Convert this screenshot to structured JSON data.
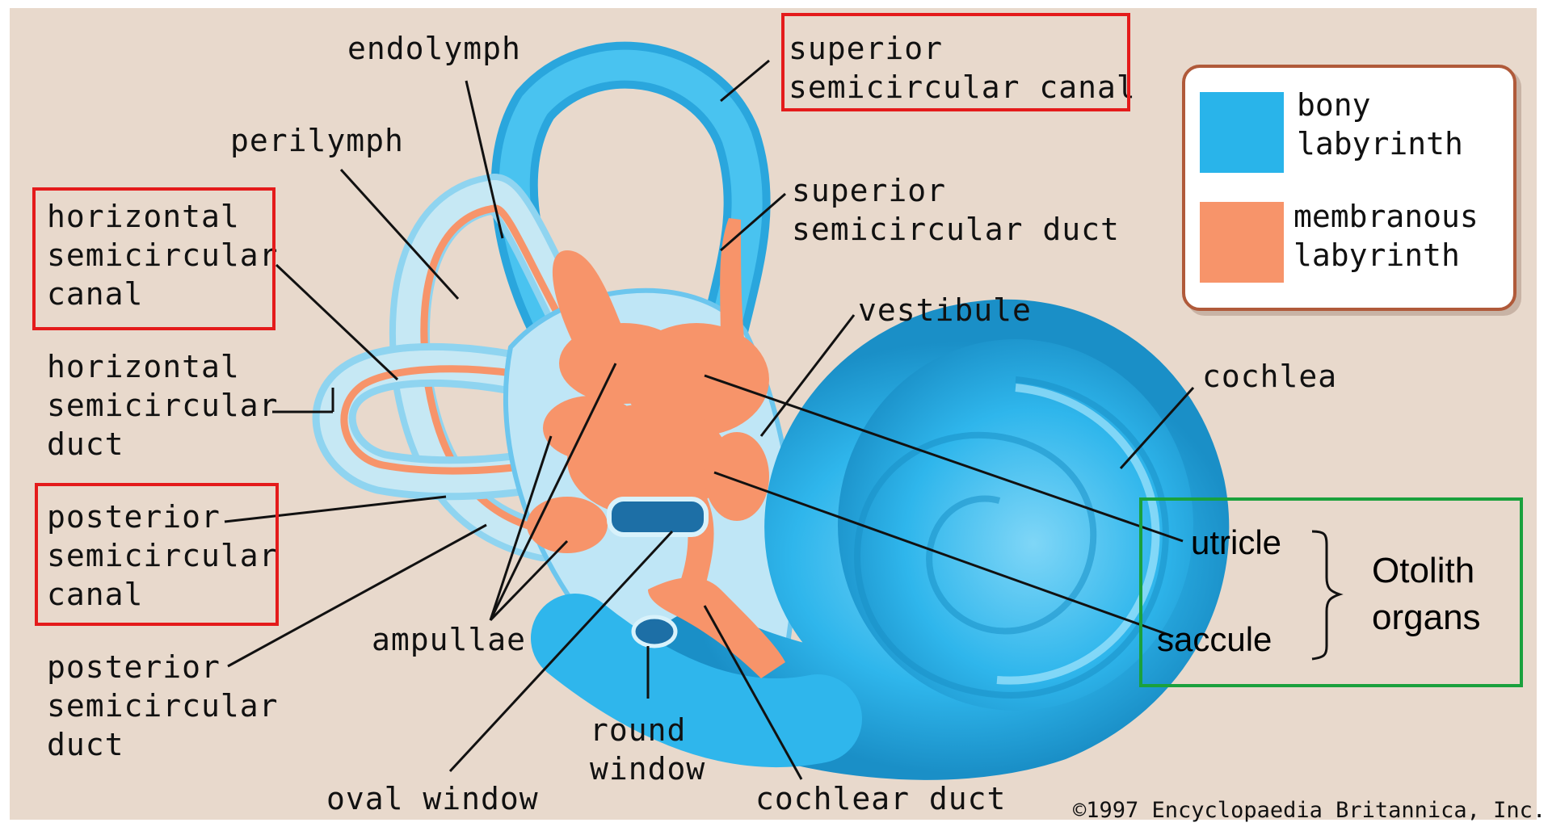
{
  "labels": {
    "endolymph": "endolymph",
    "perilymph": "perilymph",
    "horizontal_canal": [
      "horizontal",
      "semicircular",
      "canal"
    ],
    "horizontal_duct": [
      "horizontal",
      "semicircular",
      "duct"
    ],
    "posterior_canal": [
      "posterior",
      "semicircular",
      "canal"
    ],
    "posterior_duct": [
      "posterior",
      "semicircular",
      "duct"
    ],
    "superior_canal": [
      "superior",
      "semicircular canal"
    ],
    "superior_duct": [
      "superior",
      "semicircular duct"
    ],
    "vestibule": "vestibule",
    "cochlea": "cochlea",
    "ampullae": "ampullae",
    "oval_window": "oval window",
    "round_window": [
      "round",
      "window"
    ],
    "cochlear_duct": "cochlear duct",
    "utricle": "utricle",
    "saccule": "saccule",
    "otolith": [
      "Otolith",
      "organs"
    ],
    "copyright": "©1997 Encyclopaedia Britannica, Inc."
  },
  "legend": {
    "bony": [
      "bony",
      "labyrinth"
    ],
    "membranous": [
      "membranous",
      "labyrinth"
    ]
  },
  "colors": {
    "background": "#e8d9cc",
    "bony_labyrinth": "#29b4ea",
    "membranous_labyrinth": "#f7946a",
    "highlight_red": "#e41b1b",
    "highlight_green": "#1aa13d"
  }
}
